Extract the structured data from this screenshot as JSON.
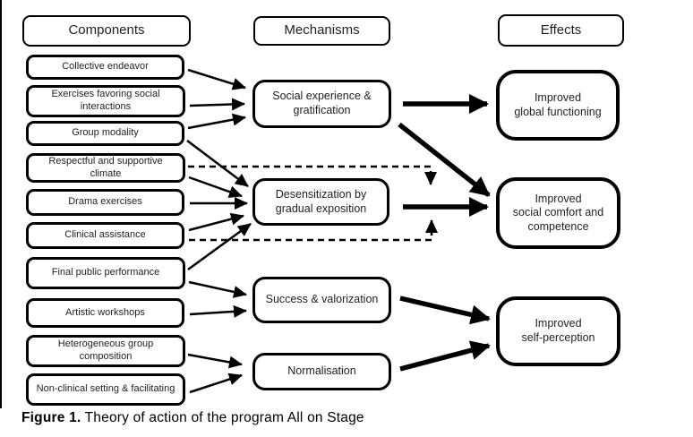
{
  "figure": {
    "caption_label": "Figure 1.",
    "caption_text": " Theory of action of the program All on Stage"
  },
  "columns": {
    "components": {
      "header": "Components",
      "items": [
        "Collective endeavor",
        [
          "Exercises favoring social",
          "interactions"
        ],
        "Group modality",
        "Respectful and supportive climate",
        "Drama exercises",
        "Clinical assistance",
        "Final public performance",
        "Artistic workshops",
        [
          "Heterogeneous group",
          "composition"
        ],
        "Non-clinical setting & facilitating"
      ]
    },
    "mechanisms": {
      "header": "Mechanisms",
      "items": [
        [
          "Social experience &",
          "gratification"
        ],
        [
          "Desensitization by",
          "gradual exposition"
        ],
        "Success & valorization",
        "Normalisation"
      ]
    },
    "effects": {
      "header": "Effects",
      "items": [
        [
          "Improved",
          "global functioning"
        ],
        [
          "Improved",
          "social comfort and",
          "competence"
        ],
        [
          "Improved",
          "self-perception"
        ]
      ]
    }
  },
  "connections": {
    "solid_thin": "components to mechanisms",
    "solid_thick": "mechanisms to effects",
    "dashed": "moderating paths from Respectful and supportive climate and Clinical assistance onto the Desensitization-to-effect arrow"
  },
  "colors": {
    "line": "#000000",
    "text": "#1f1f1f",
    "background": "#ffffff"
  }
}
